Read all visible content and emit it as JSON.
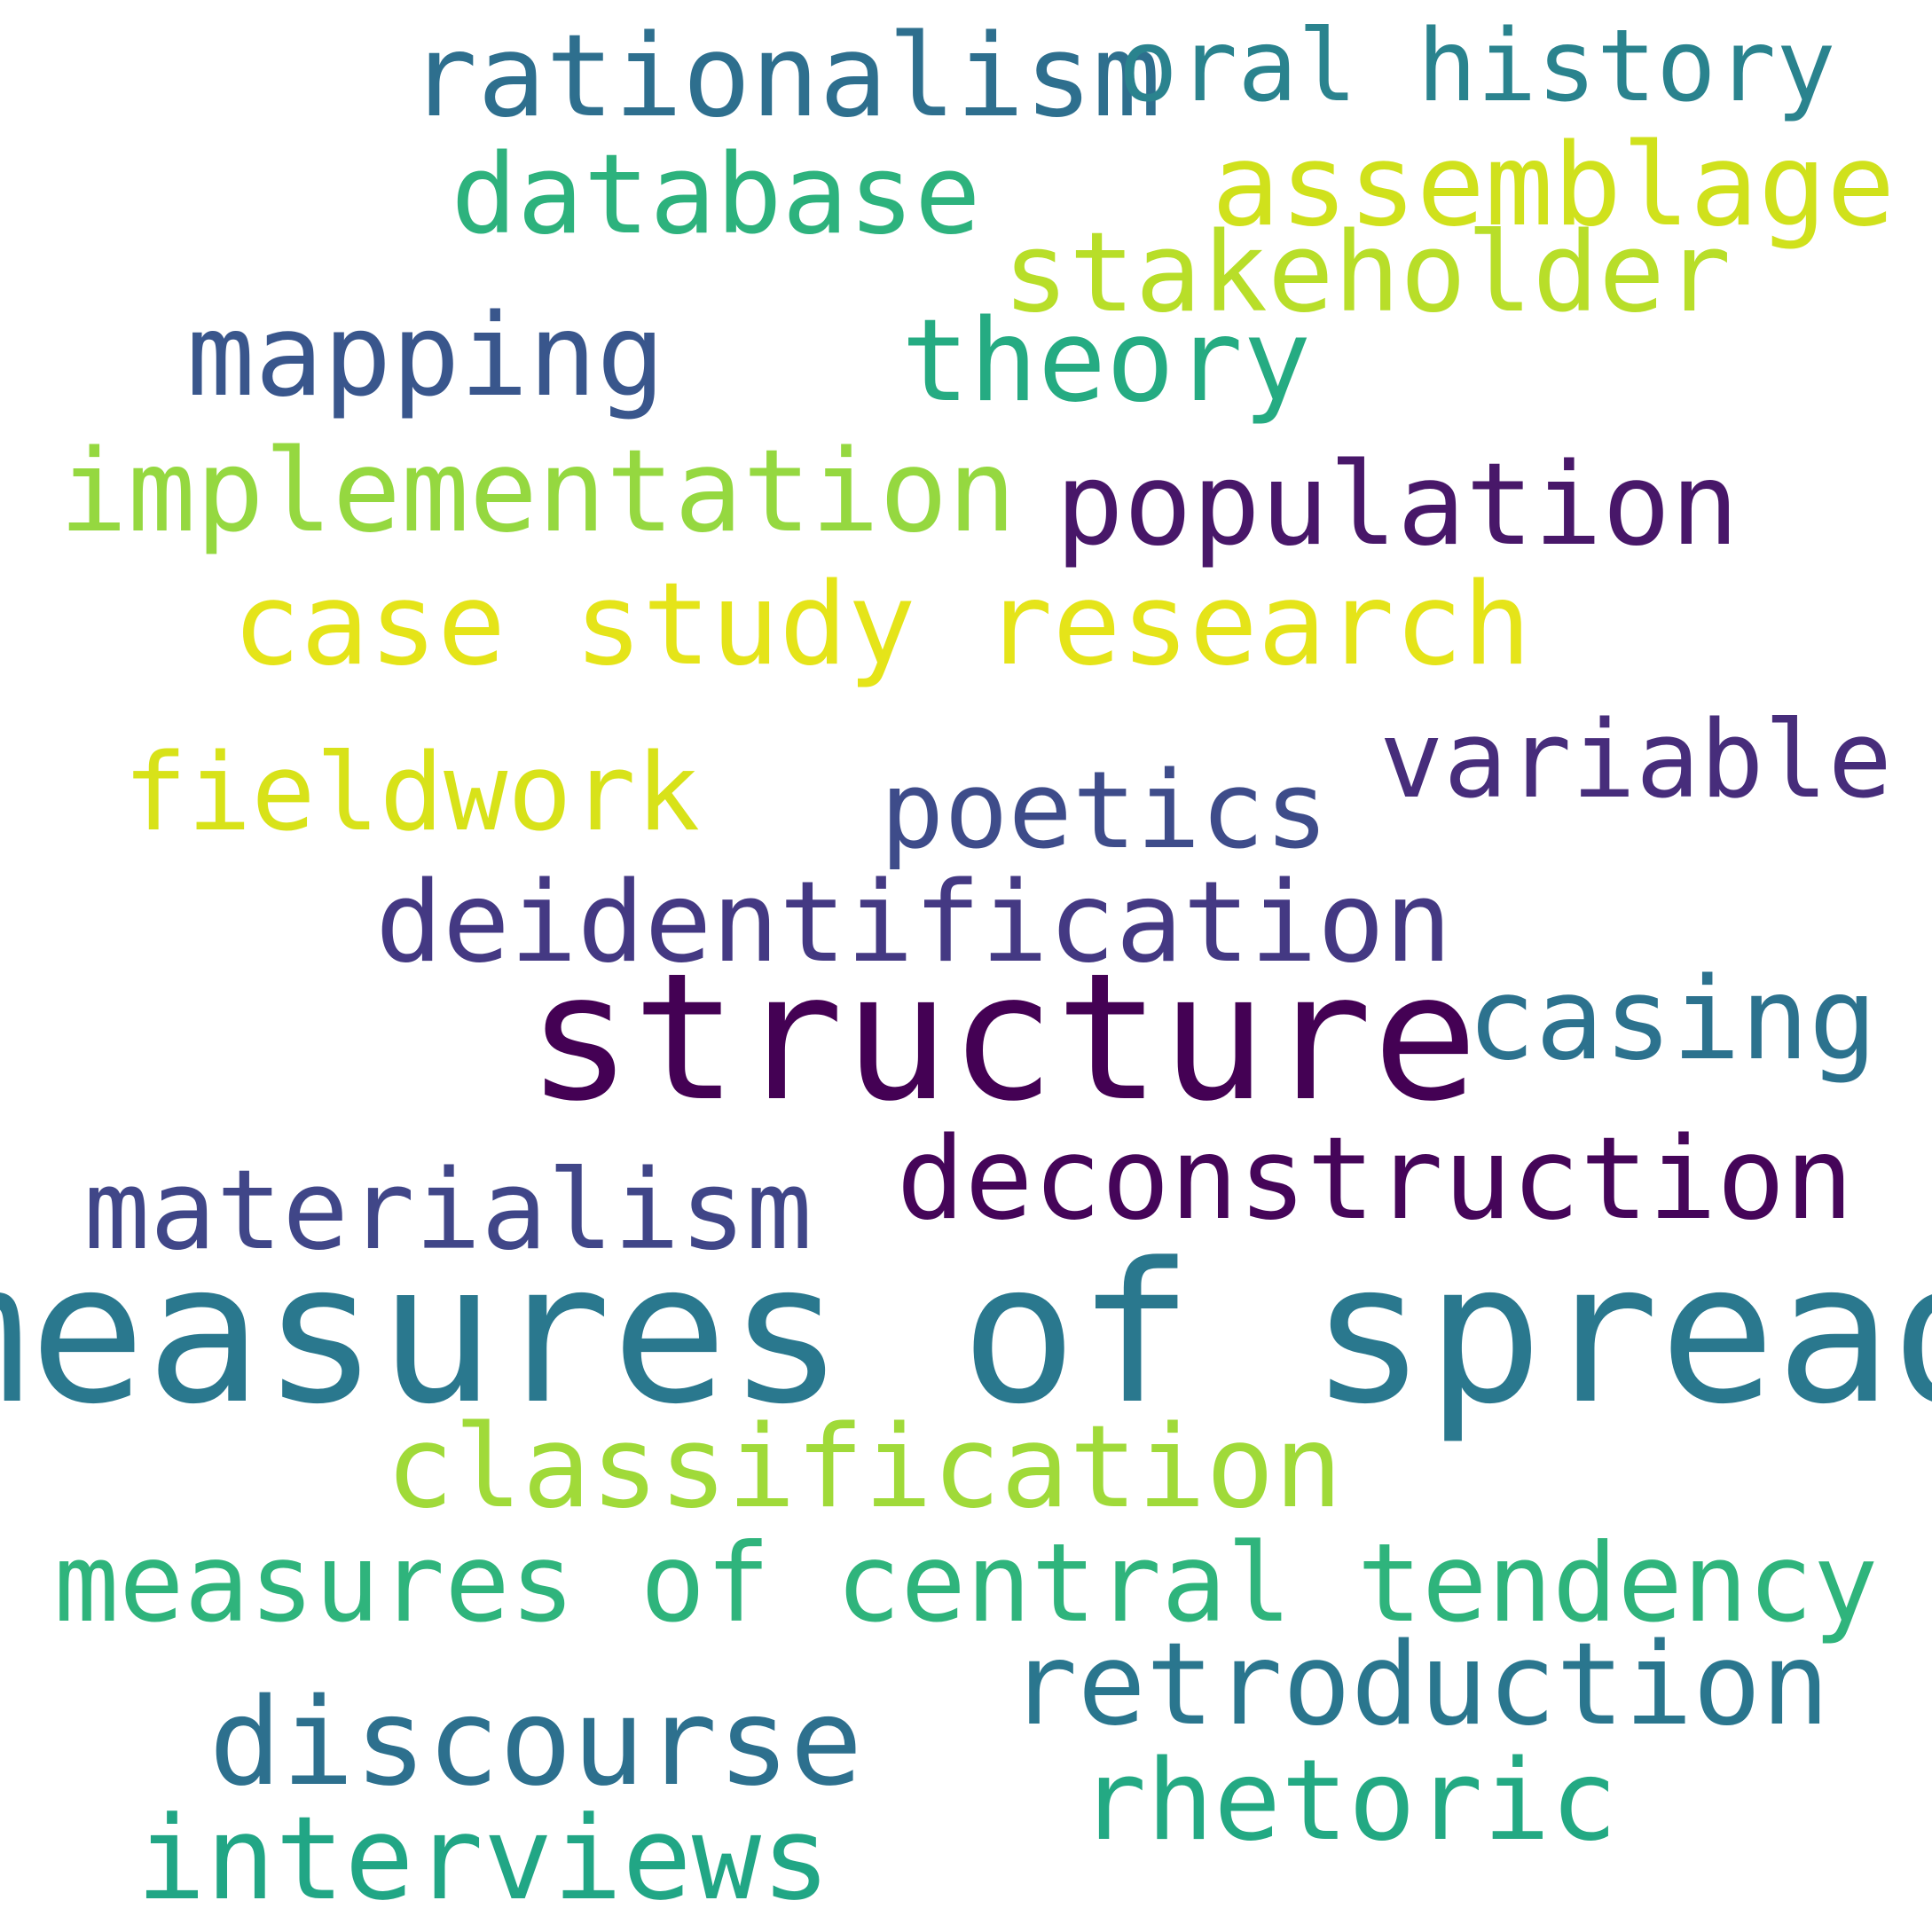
{
  "background": "#ffffff",
  "words": [
    {
      "text": "rationalism",
      "color": "#2e6f8e"
    },
    {
      "text": "oral history",
      "color": "#2a838e"
    },
    {
      "text": "database",
      "color": "#2db27d"
    },
    {
      "text": "assemblage",
      "color": "#d0e11c"
    },
    {
      "text": "stakeholder",
      "color": "#b8de29"
    },
    {
      "text": "mapping",
      "color": "#39568c"
    },
    {
      "text": "theory",
      "color": "#25ab82"
    },
    {
      "text": "implementation",
      "color": "#95d840"
    },
    {
      "text": "population",
      "color": "#481769"
    },
    {
      "text": "case study research",
      "color": "#e5e419"
    },
    {
      "text": "variable",
      "color": "#472d7b"
    },
    {
      "text": "fieldwork",
      "color": "#d8e219"
    },
    {
      "text": "poetics",
      "color": "#3e4c8a"
    },
    {
      "text": "deidentification",
      "color": "#443983"
    },
    {
      "text": "structure",
      "color": "#440154"
    },
    {
      "text": "casing",
      "color": "#2c728e"
    },
    {
      "text": "deconstruction",
      "color": "#450559"
    },
    {
      "text": "materialism",
      "color": "#404688"
    },
    {
      "text": "measures of spread",
      "color": "#2a788e"
    },
    {
      "text": "classification",
      "color": "#a0da39"
    },
    {
      "text": "measures of central tendency",
      "color": "#2fb47c"
    },
    {
      "text": "retroduction",
      "color": "#2a768e"
    },
    {
      "text": "discourse",
      "color": "#2d708e"
    },
    {
      "text": "rhetoric",
      "color": "#23a983"
    },
    {
      "text": "interviews",
      "color": "#21a685"
    }
  ]
}
